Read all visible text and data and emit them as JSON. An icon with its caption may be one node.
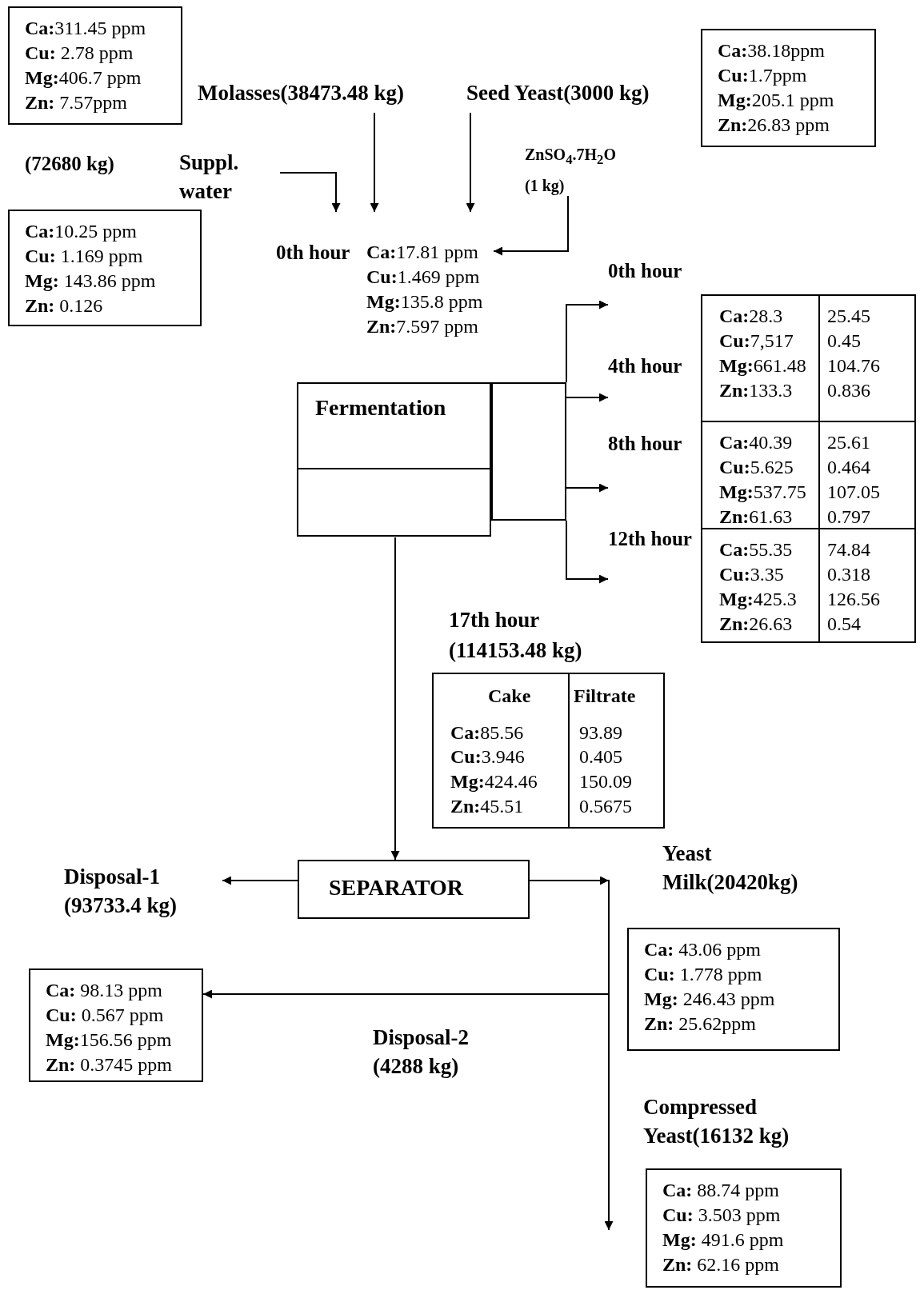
{
  "diagram": {
    "nodes": [
      {
        "text": [
          "**Ca:**311.45 ppm",
          "**Cu:** 2.78 ppm",
          "**Mg:**406.7 ppm",
          "**Zn:** 7.57ppm"
        ]
      },
      {
        "text": [
          "Molasses(38473.48 kg)"
        ]
      },
      {
        "text": [
          "Seed Yeast(3000 kg)"
        ]
      },
      {
        "text": [
          "**Ca:**38.18ppm",
          "**Cu:**1.7ppm",
          "**Mg:**205.1 ppm",
          "**Zn:**26.83 ppm"
        ]
      },
      {
        "text": [
          "Suppl. water"
        ]
      },
      {
        "text": [
          "**Ca:**10.25 ppm",
          "**Cu:** 1.169 ppm",
          "**Mg:** 143.86 ppm",
          "**Zn:** 0.126"
        ]
      },
      {
        "text": [
          "ZnSO$_{4}$.7H$_{2}$O (1 kg)"
        ]
      },
      {
        "text": [
          "0th hour",
          "**Ca:**17.81 ppm",
          "**Cu:**1.469 ppm",
          "**Mg:**135.8 ppm",
          "**Zn:**7.597 ppm"
        ]
      },
      {
        "text": [
          "Fermentation"
        ]
      },
      {
        "text": [],
        "shape": "box"
      },
      {
        "text": [],
        "shape": "box"
      },
      {
        "text": [
          "**Ca:**28.3",
          "25.45",
          "**Cu:**7,517",
          "0.45",
          "**Mg:**661.48",
          "104.76",
          "**Zn:**133.3",
          "0.836"
        ],
        "in": 10
      },
      {
        "text": [
          "**Ca:**40.39",
          "25.61",
          "**Cu:**5.625",
          "0.464",
          "**Mg:**537.75",
          "107.05",
          "**Zn:**61.63",
          "0.797"
        ],
        "in": 10
      },
      {
        "text": [
          "**Ca:**55.35",
          "74.84",
          "**Cu:**3.35",
          "0.318",
          "**Mg:**425.3",
          "126.56",
          "**Zn:**26.63",
          "0.54"
        ],
        "in": 10
      },
      {
        "text": [
          "17th hour (114153.48 kg)",
          "Cake",
          "Filtrate",
          "**Ca:**85.56",
          "93.89",
          "**Cu:**3.946",
          "0.405",
          "**Mg:**424.46",
          "150.09",
          "**Zn:**45.51",
          "0.5675"
        ]
      },
      {
        "text": [
          "SEPARATOR"
        ]
      },
      {
        "text": [
          "Disposal-1 (93733.4 kg)"
        ]
      },
      {
        "text": [
          "Yeast Milk(20420kg)"
        ]
      },
      {
        "text": [
          "**Ca:** 43.06 ppm",
          "**Cu:** 1.778 ppm",
          "**Mg:** 246.43 ppm",
          "**Zn:** 25.62ppm"
        ]
      },
      {
        "text": [
          "**Ca:** 98.13 ppm",
          "**Cu:** 0.567 ppm",
          "**Mg:**156.56 ppm",
          "**Zn:** 0.3745 ppm"
        ]
      },
      {
        "text": [
          "Disposal-2 (4288 kg)"
        ]
      },
      {
        "text": [
          "Compressed Yeast(16132 kg)"
        ]
      },
      {
        "text": [
          "**Ca:** 88.74 ppm",
          "**Cu:** 3.503 ppm",
          "**Mg:** 491.6 ppm",
          "**Zn:** 62.16 ppm"
        ]
      },
      {
        "text": [
          "0th hour"
        ]
      },
      {
        "text": [
          "4th hour"
        ]
      },
      {
        "text": [
          "8th hour"
        ]
      },
      {
        "text": [
          "12th hour"
        ]
      }
    ],
    "edges": [
      {
        "from": 4,
        "to": 7,
        "arrow": "to"
      },
      {
        "from": 1,
        "to": 7,
        "arrow": "to"
      },
      {
        "from": 2,
        "to": 7,
        "arrow": "to"
      },
      {
        "from": 6,
        "to": 7,
        "arrow": "to"
      },
      {
        "from": 9,
        "to": 23,
        "arrow": "to"
      },
      {
        "from": 9,
        "to": 24,
        "arrow": "to"
      },
      {
        "from": 9,
        "to": 25,
        "arrow": "to"
      },
      {
        "from": 9,
        "to": 26,
        "arrow": "to"
      },
      {
        "from": 8,
        "to": 15,
        "arrow": "to"
      },
      {
        "from": 15,
        "to": 16,
        "arrow": "to"
      },
      {
        "from": 15,
        "to": 17,
        "arrow": "to"
      },
      {
        "from": 15,
        "to": 19,
        "arrow": "to"
      },
      {
        "from": 15,
        "to": null,
        "arrow": "to"
      }
    ],
    "labels": [
      "(72680 kg)"
    ]
  }
}
